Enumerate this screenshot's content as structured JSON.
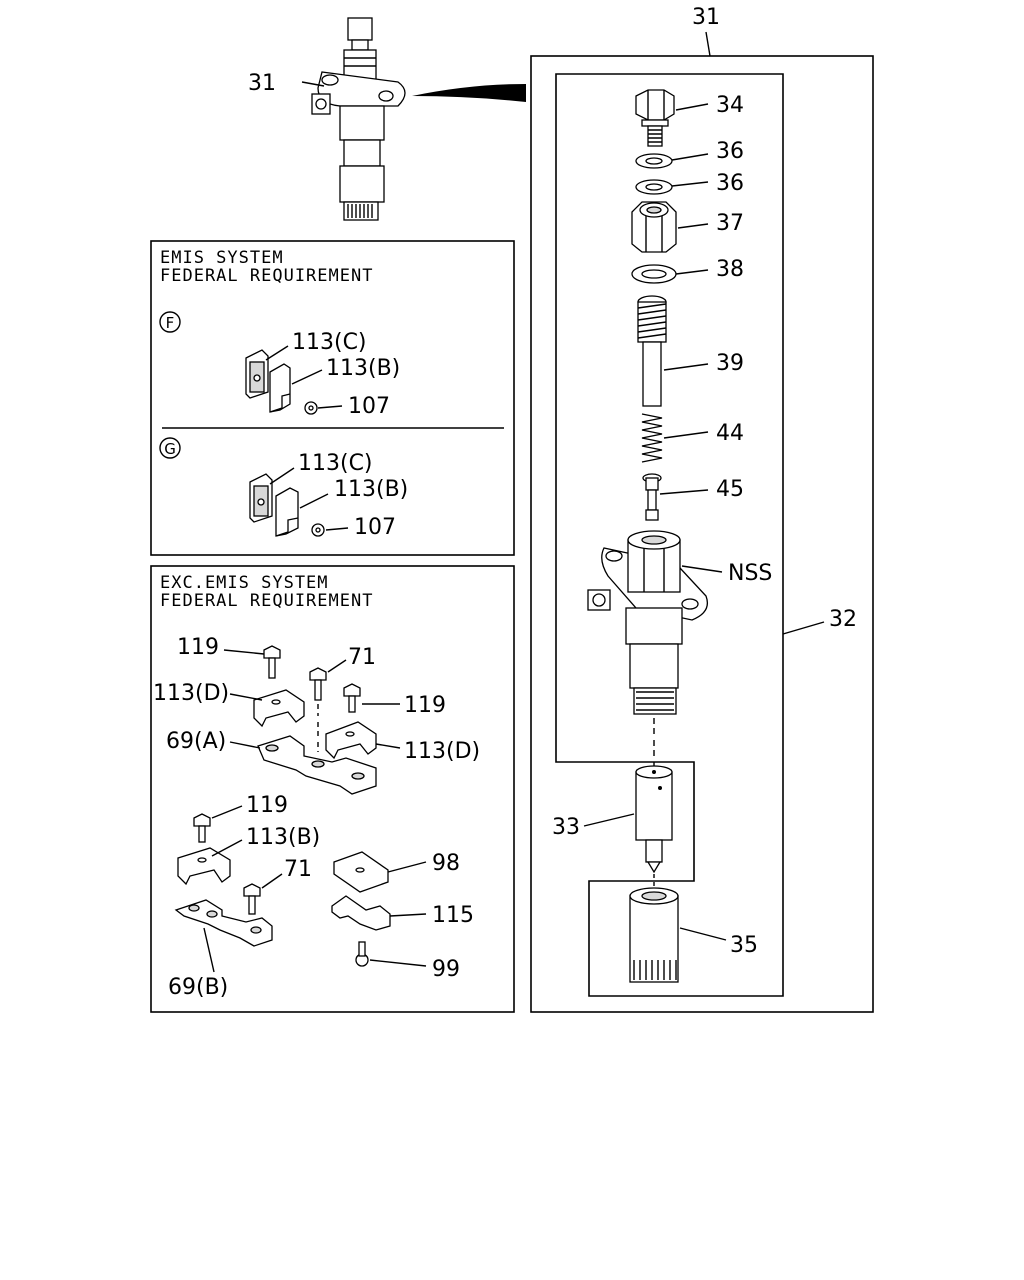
{
  "callouts": {
    "top_group": "31",
    "assembly_label": "31",
    "c34": "34",
    "c36a": "36",
    "c36b": "36",
    "c37": "37",
    "c38": "38",
    "c39": "39",
    "c44": "44",
    "c45": "45",
    "nss": "NSS",
    "c32": "32",
    "c33": "33",
    "c35": "35"
  },
  "emis_panel": {
    "header_line1": "EMIS SYSTEM",
    "header_line2": "FEDERAL REQUIREMENT",
    "variant_f": {
      "marker": "F",
      "c113c": "113(C)",
      "c113b": "113(B)",
      "c107": "107"
    },
    "variant_g": {
      "marker": "G",
      "c113c": "113(C)",
      "c113b": "113(B)",
      "c107": "107"
    }
  },
  "exc_panel": {
    "header_line1": "EXC.EMIS SYSTEM",
    "header_line2": "FEDERAL REQUIREMENT",
    "c119a": "119",
    "c71a": "71",
    "c113d_left": "113(D)",
    "c119b": "119",
    "c69a": "69(A)",
    "c113d_right": "113(D)",
    "c119c": "119",
    "c113b": "113(B)",
    "c71b": "71",
    "c98": "98",
    "c115": "115",
    "c99": "99",
    "c69b": "69(B)"
  }
}
